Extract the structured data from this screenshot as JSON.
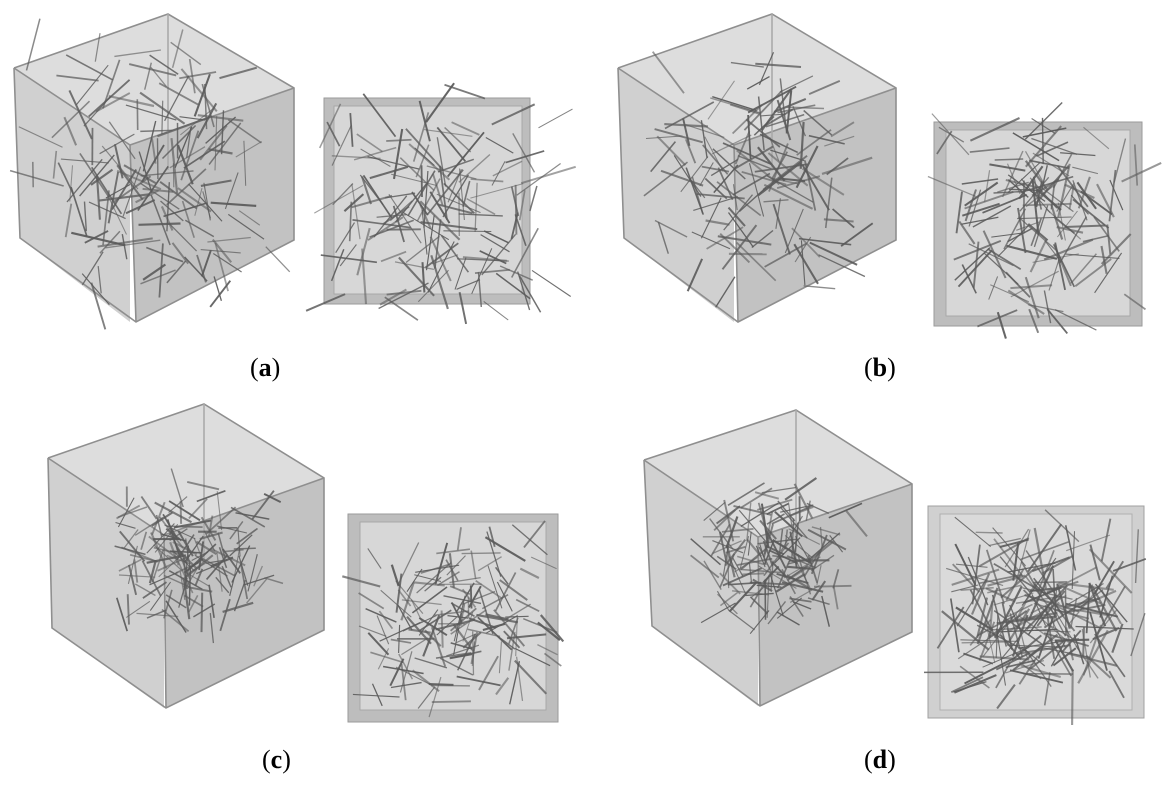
{
  "panels": [
    {
      "id": "a",
      "label_open": "(",
      "label_letter": "a",
      "label_close": ")"
    },
    {
      "id": "b",
      "label_open": "(",
      "label_letter": "b",
      "label_close": ")"
    },
    {
      "id": "c",
      "label_open": "(",
      "label_letter": "c",
      "label_close": ")"
    },
    {
      "id": "d",
      "label_open": "(",
      "label_letter": "d",
      "label_close": ")"
    }
  ],
  "colors": {
    "face_front": "#d4d4d4",
    "face_side": "#c2c2c2",
    "face_back": "#e4e4e4",
    "edge": "#8f8f8f",
    "fiber": "#5a5a5a",
    "square_fill": "#d7d7d7",
    "square_frame": "#b8b8b8"
  }
}
